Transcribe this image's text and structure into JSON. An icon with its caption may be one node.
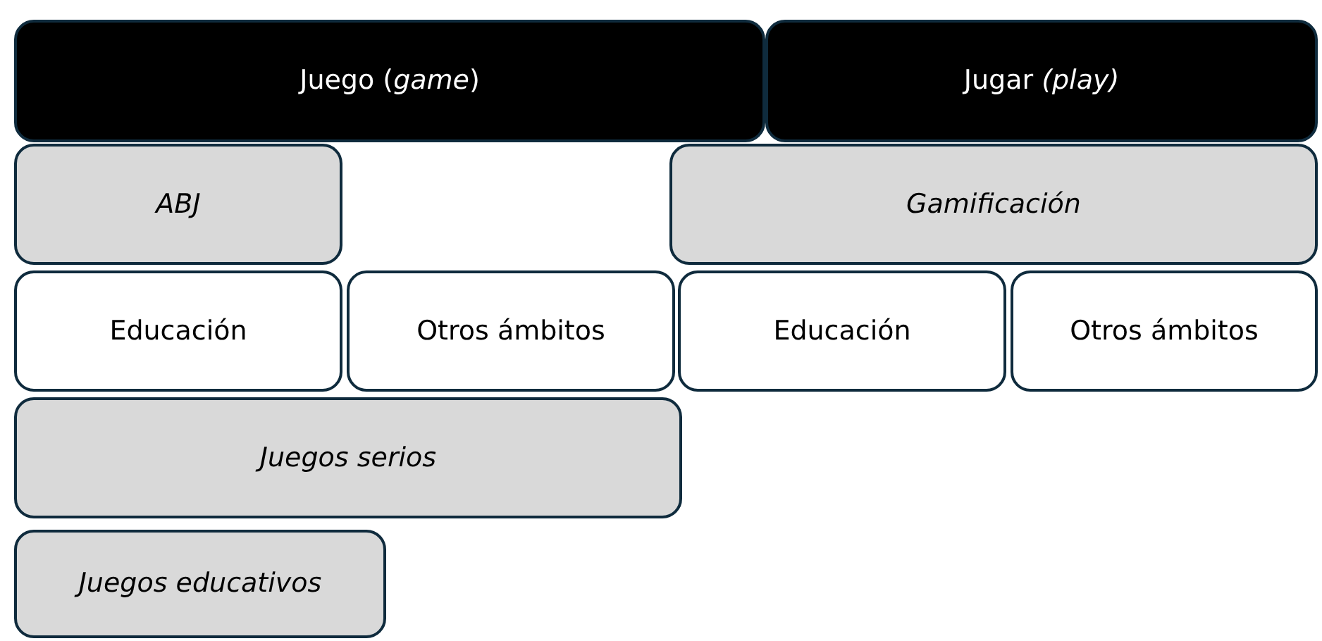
{
  "diagram": {
    "nodes": [
      {
        "text": [
          "Juego (*game*)"
        ]
      },
      {
        "text": [
          "Jugar *(play)*"
        ]
      },
      {
        "text": [
          "ABJ"
        ]
      },
      {
        "text": [
          "Gamificación"
        ]
      },
      {
        "text": [
          "Educación"
        ]
      },
      {
        "text": [
          "Otros ámbitos"
        ]
      },
      {
        "text": [
          "Educación"
        ]
      },
      {
        "text": [
          "Otros ámbitos"
        ]
      },
      {
        "text": [
          "Juegos serios"
        ]
      },
      {
        "text": [
          "Juegos educativos"
        ]
      }
    ]
  }
}
